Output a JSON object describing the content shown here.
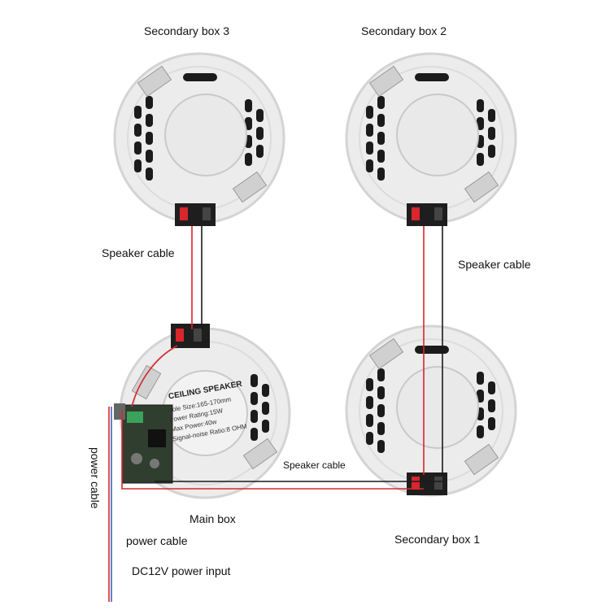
{
  "labels": {
    "secondary_box_3": "Secondary box  3",
    "secondary_box_2": "Secondary box  2",
    "secondary_box_1": "Secondary box  1",
    "main_box": "Main box",
    "speaker_cable_left": "Speaker cable",
    "speaker_cable_right": "Speaker cable",
    "speaker_cable_bottom": "Speaker cable",
    "power_cable_vertical": "power cable",
    "power_cable": "power cable",
    "dc_input": "DC12V power input"
  },
  "speaker_label": {
    "heading": "CEILING SPEAKER",
    "hole_size": "Hole Size:165-170mm",
    "power_rating": "Power Rating:15W",
    "max_power": "Max Power:40w",
    "snr": "Signal-noise Ratio:8 OHM"
  },
  "colors": {
    "speaker_body": "#ececec",
    "speaker_rim": "#d4d4d4",
    "hole": "#1b1b1b",
    "cone": "#e9e9e9",
    "cable_red": "#d8262c",
    "cable_black": "#1a1a1a",
    "cable_blue": "#3a63b8",
    "board_green": "#2f3e2f"
  }
}
